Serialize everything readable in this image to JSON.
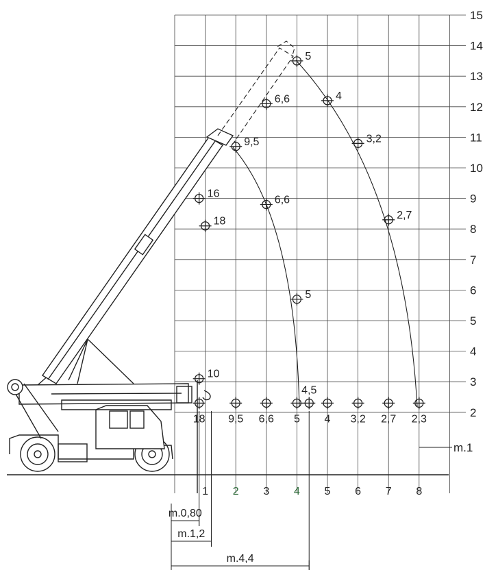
{
  "colors": {
    "line": "#222222",
    "green_label": "#2e6b3a",
    "background": "#ffffff"
  },
  "scale": {
    "y_labels": [
      "15",
      "14",
      "13",
      "12",
      "11",
      "10",
      "9",
      "8",
      "7",
      "6",
      "5",
      "4",
      "3",
      "2"
    ],
    "x_labels": [
      "1",
      "2",
      "3",
      "4",
      "5",
      "6",
      "7",
      "8"
    ],
    "ground_label": "m.1"
  },
  "radius_dims": [
    {
      "label": "m.0,80",
      "value": 0.8
    },
    {
      "label": "m.1,2",
      "value": 1.2
    },
    {
      "label": "m.4,4",
      "value": 4.4
    }
  ],
  "load_points": [
    {
      "label": "5",
      "x": 4.0,
      "y": 13.5
    },
    {
      "label": "6,6",
      "x": 3.0,
      "y": 12.1
    },
    {
      "label": "4",
      "x": 5.0,
      "y": 12.2
    },
    {
      "label": "9,5",
      "x": 2.0,
      "y": 10.7
    },
    {
      "label": "3,2",
      "x": 6.0,
      "y": 10.8
    },
    {
      "label": "16",
      "x": 0.8,
      "y": 9.0
    },
    {
      "label": "6,6",
      "x": 3.0,
      "y": 8.8
    },
    {
      "label": "18",
      "x": 1.0,
      "y": 8.1
    },
    {
      "label": "2,7",
      "x": 7.0,
      "y": 8.3
    },
    {
      "label": "5",
      "x": 4.0,
      "y": 5.7
    },
    {
      "label": "10",
      "x": 0.8,
      "y": 3.1
    }
  ],
  "ground_loads": [
    {
      "label": "18",
      "x": 0.8
    },
    {
      "label": "9,5",
      "x": 2.0
    },
    {
      "label": "6,6",
      "x": 3.0
    },
    {
      "label": "5",
      "x": 4.0
    },
    {
      "label": "4,5",
      "x": 4.4
    },
    {
      "label": "4",
      "x": 5.0
    },
    {
      "label": "3,2",
      "x": 6.0
    },
    {
      "label": "2,7",
      "x": 7.0
    },
    {
      "label": "2,3",
      "x": 8.0
    }
  ]
}
